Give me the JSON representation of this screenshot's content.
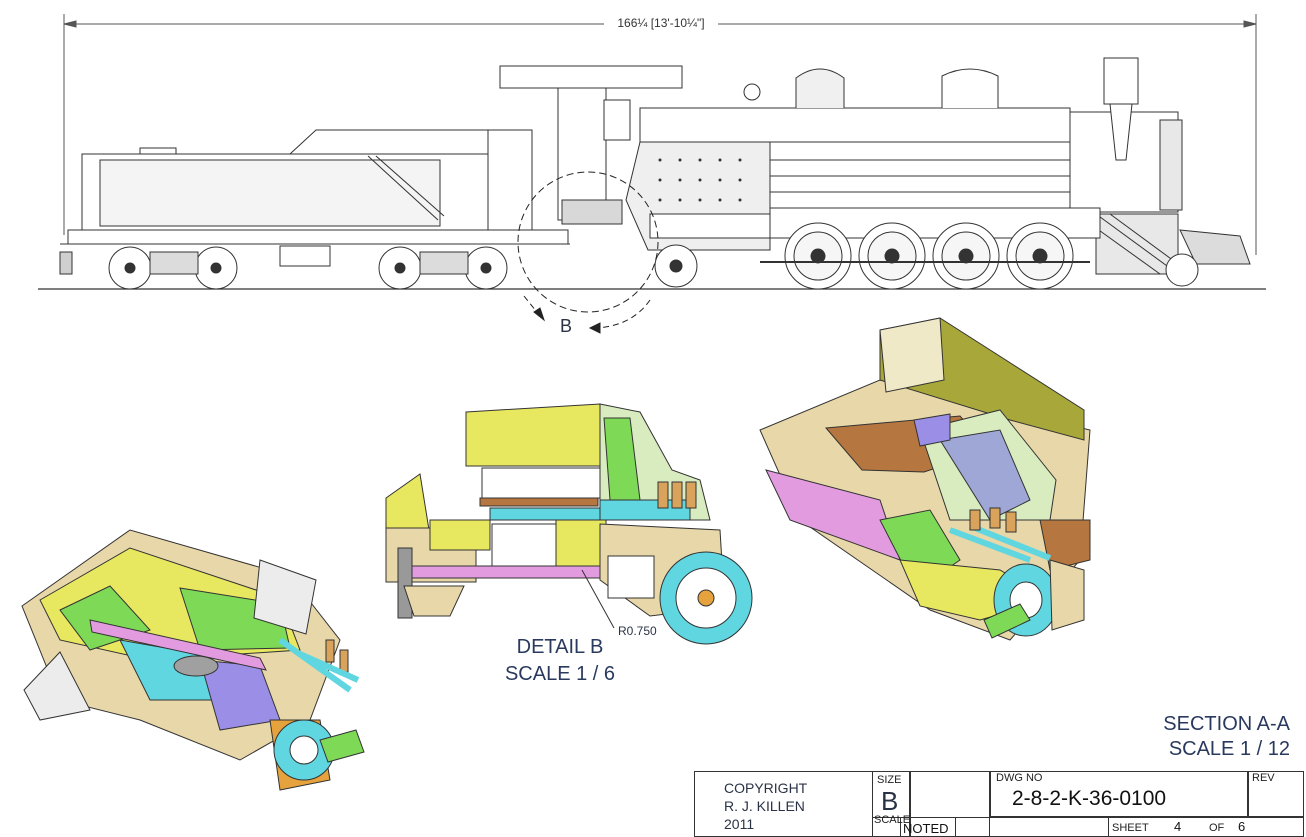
{
  "overall_dimension": "166¼ [13'-10¼\"]",
  "view_label": "B",
  "detail": {
    "title": "DETAIL  B",
    "scale": "SCALE 1 / 6"
  },
  "radius_callout": "R0.750",
  "section": {
    "title": "SECTION A-A",
    "scale": "SCALE 1 / 12"
  },
  "title_block": {
    "copyright_line1": "COPYRIGHT",
    "copyright_line2": "R. J. KILLEN",
    "copyright_line3": "2011",
    "size_label": "SIZE",
    "size_value": "B",
    "scale_label": "SCALE",
    "scale_value": "NOTED",
    "dwg_no_label": "DWG NO",
    "dwg_no_value": "2-8-2-K-36-0100",
    "rev_label": "REV",
    "sheet_label": "SHEET",
    "sheet_number": "4",
    "of_label": "OF",
    "sheet_total": "6"
  },
  "colors": {
    "line": "#333333",
    "yellow": "#e8e860",
    "green": "#7ed957",
    "cyan": "#5fd6e0",
    "pink": "#e39be0",
    "tan": "#e8d7a8",
    "brown": "#b5773f",
    "olive": "#a8a83a"
  }
}
